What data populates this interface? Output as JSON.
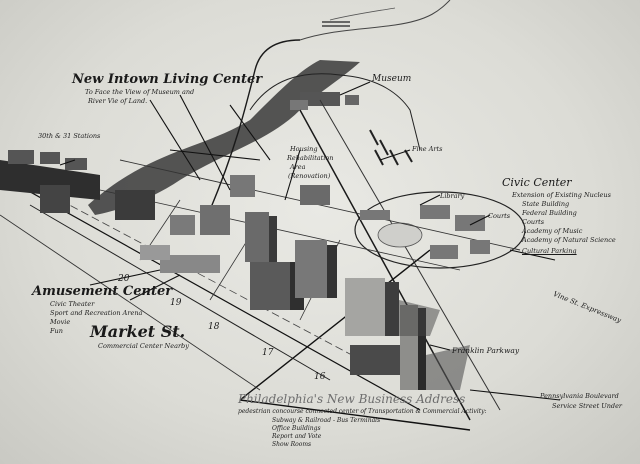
{
  "sketch": {
    "labels": {
      "new_intown_title": "New Intown Living Center",
      "new_intown_sub1": "To Face the View of Museum and",
      "new_intown_sub2": "River Vie of Land.",
      "museum": "Museum",
      "stations": "30th & 31 Stations",
      "housing_1": "Housing",
      "housing_2": "Rehabilitation",
      "housing_3": "Area",
      "housing_4": "(Renovation)",
      "fine_arts": "Fine Arts",
      "library": "Library",
      "courts": "Courts",
      "civic_title": "Civic Center",
      "civic_items": [
        "Extension of Existing Nucleus",
        "State Building",
        "Federal Building",
        "Courts",
        "Academy of Music",
        "Academy of Natural Science",
        "Cultural Parking"
      ],
      "vine_st": "Vine St. Expressway",
      "amusement_title": "Amusement Center",
      "amusement_items": [
        "Civic Theater",
        "Sport and Recreation Arena",
        "Movie",
        "Fun"
      ],
      "market_title": "Market St.",
      "market_sub": "Commercial Center Nearby",
      "num_20": "20",
      "num_19": "19",
      "num_18": "18",
      "num_17": "17",
      "num_16": "16",
      "franklin": "Franklin Parkway",
      "penn_blvd_1": "Pennsylvania Boulevard",
      "penn_blvd_2": "Service Street Under",
      "business_title": "Philadelphia's New Business Address",
      "business_sub": "pedestrian concourse connected center of Transportation & Commercial Activity:",
      "business_items": [
        "Subway & Railroad - Bus Terminals",
        "Office Buildings",
        "Report and Vote",
        "Show Rooms"
      ]
    }
  }
}
